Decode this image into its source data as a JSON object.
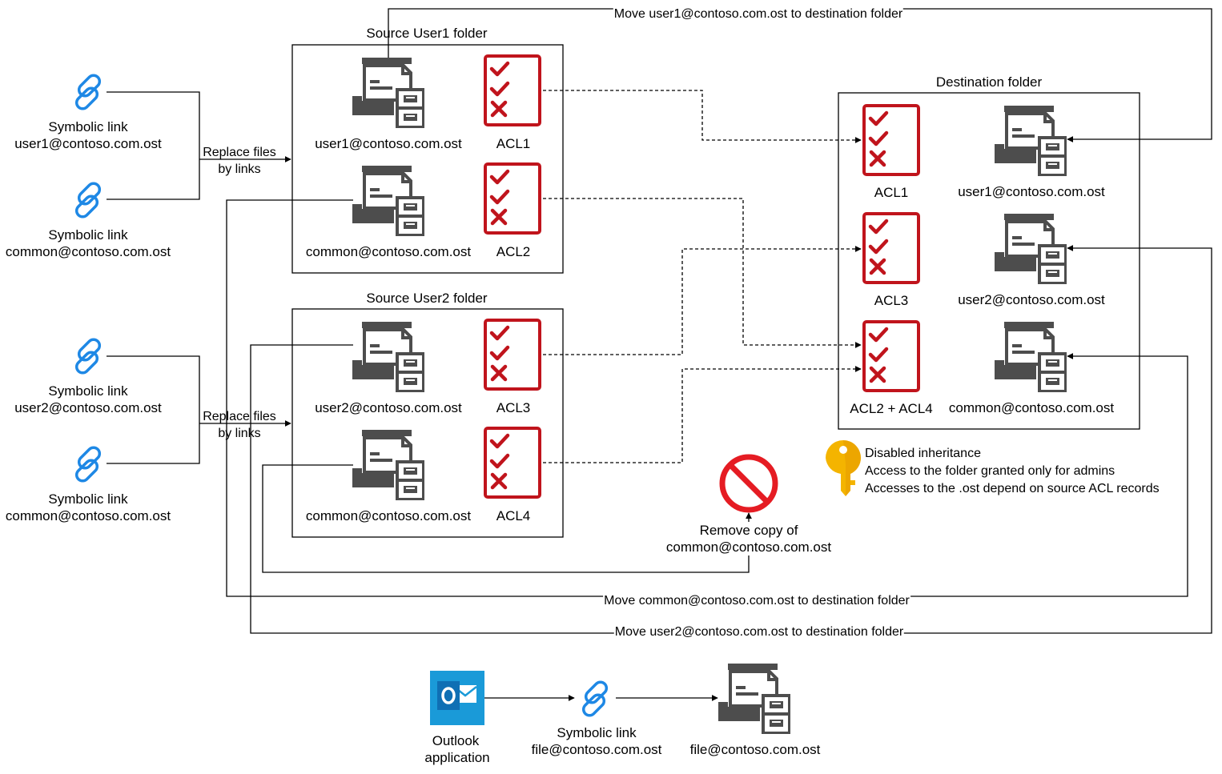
{
  "source_user1": {
    "title": "Source User1 folder",
    "user1_file": "user1@contoso.com.ost",
    "acl1": "ACL1",
    "common_file": "common@contoso.com.ost",
    "acl2": "ACL2"
  },
  "source_user2": {
    "title": "Source User2 folder",
    "user2_file": "user2@contoso.com.ost",
    "acl3": "ACL3",
    "common_file": "common@contoso.com.ost",
    "acl4": "ACL4"
  },
  "destination": {
    "title": "Destination folder",
    "acl1": "ACL1",
    "user1_file": "user1@contoso.com.ost",
    "acl3": "ACL3",
    "user2_file": "user2@contoso.com.ost",
    "acl24": "ACL2 + ACL4",
    "common_file": "common@contoso.com.ost"
  },
  "links": {
    "a_line1": "Symbolic link",
    "a_line2": "user1@contoso.com.ost",
    "b_line1": "Symbolic link",
    "b_line2": "common@contoso.com.ost",
    "c_line1": "Symbolic link",
    "c_line2": "user2@contoso.com.ost",
    "d_line1": "Symbolic link",
    "d_line2": "common@contoso.com.ost"
  },
  "replace1": {
    "line1": "Replace files",
    "line2": "by links"
  },
  "replace2": {
    "line1": "Replace files",
    "line2": "by links"
  },
  "moves": {
    "user1": "Move user1@contoso.com.ost to destination folder",
    "common": "Move common@contoso.com.ost to destination folder",
    "user2": "Move user2@contoso.com.ost to destination folder"
  },
  "remove": {
    "line1": "Remove copy of",
    "line2": "common@contoso.com.ost"
  },
  "notes": {
    "line1": "Disabled inheritance",
    "line2": "Access to the folder granted only for admins",
    "line3": "Accesses to the .ost depend on source ACL records"
  },
  "bottom": {
    "outlook_line1": "Outlook",
    "outlook_line2": "application",
    "link_line1": "Symbolic link",
    "link_line2": "file@contoso.com.ost",
    "file": "file@contoso.com.ost"
  },
  "colors": {
    "acl_red": "#c0141c",
    "link_blue": "#1e88e5",
    "file_gray": "#4d4d4d",
    "outlook_blue": "#1a9ad8",
    "key_gold": "#f4b400",
    "forbidden_red": "#e51c23"
  },
  "icons": {
    "file": "ost-file-icon",
    "acl": "acl-checklist-icon",
    "link": "symbolic-link-icon",
    "outlook": "outlook-app-icon",
    "key": "key-icon",
    "forbidden": "prohibited-icon"
  }
}
